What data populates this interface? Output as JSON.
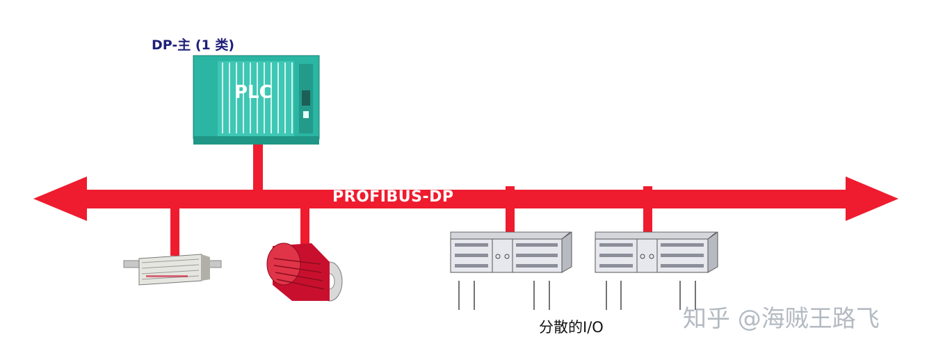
{
  "labels": {
    "master": "DP-主 (1 类)",
    "plc": "PLC",
    "bus": "PROFIBUS-DP",
    "distributed_io": "分散的I/O",
    "watermark": "知乎 @海贼王路飞"
  },
  "colors": {
    "bus": "#ee1c2e",
    "plc_body": "#2bb5a3",
    "master_label": "#1f1f7a",
    "drive": "#c8102e",
    "io_rack": "#e6e8ee"
  },
  "devices": [
    "plc-master",
    "terminal-module",
    "drive-motor",
    "io-rack-1",
    "io-rack-2"
  ]
}
